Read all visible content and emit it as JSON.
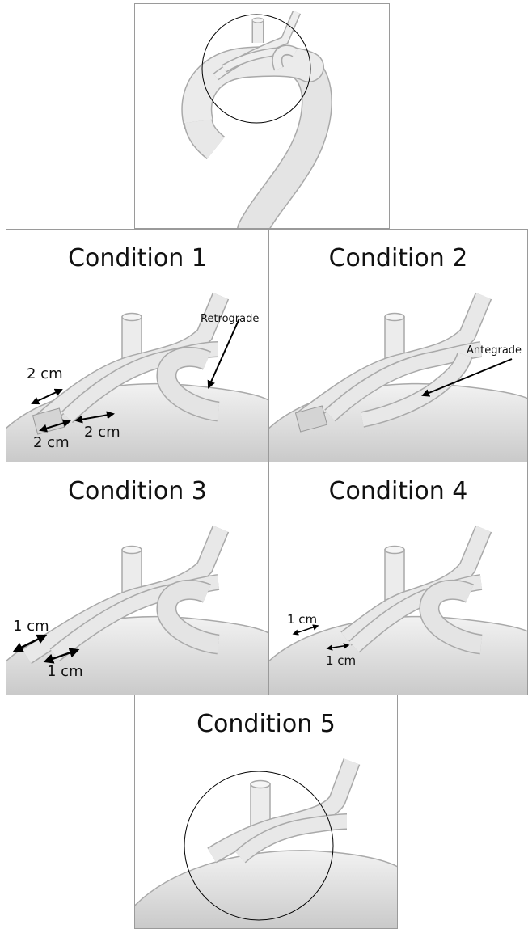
{
  "overview": {
    "title": ""
  },
  "conditions": [
    {
      "title": "Condition 1",
      "annotations": [
        "Retrograde",
        "2 cm",
        "2 cm",
        "2 cm"
      ]
    },
    {
      "title": "Condition 2",
      "annotations": [
        "Antegrade"
      ]
    },
    {
      "title": "Condition 3",
      "annotations": [
        "1 cm",
        "1 cm"
      ]
    },
    {
      "title": "Condition 4",
      "annotations": [
        "1 cm",
        "1 cm"
      ]
    },
    {
      "title": "Condition 5",
      "annotations": []
    }
  ],
  "colors": {
    "vessel_fill": "#e2e2e2",
    "vessel_edge": "#a9a9a9",
    "graft_fill": "#ececec",
    "arrow": "#000000",
    "border": "#9a9a9a"
  }
}
